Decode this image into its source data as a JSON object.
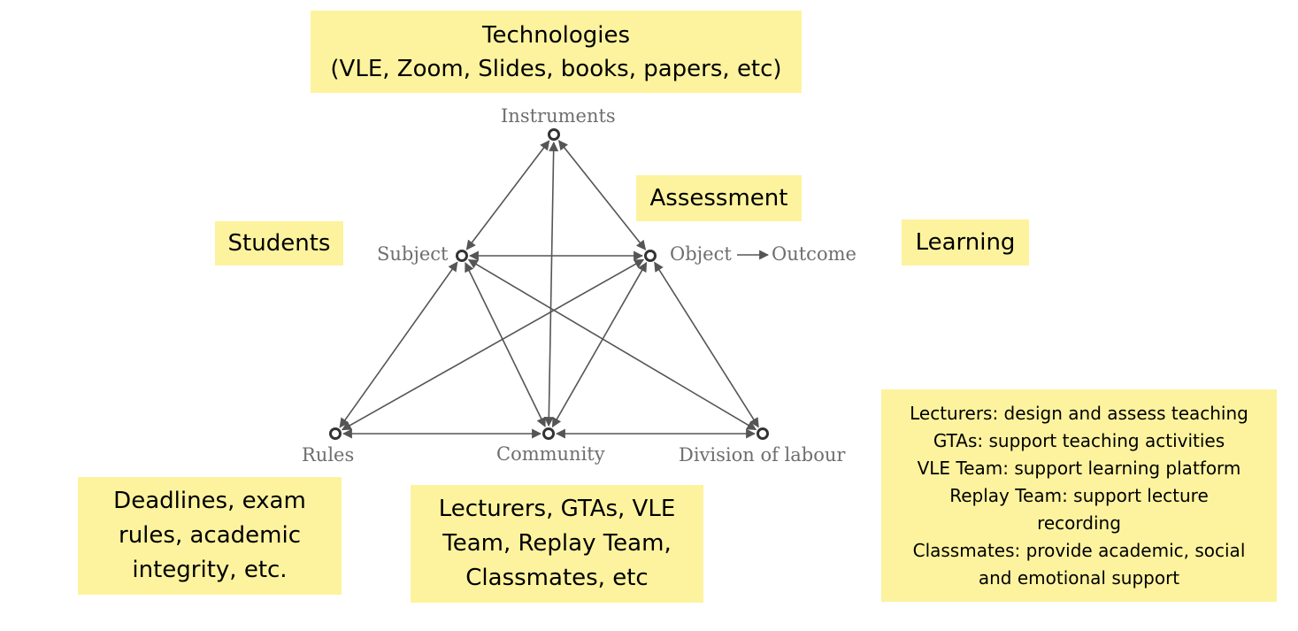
{
  "nodes": {
    "instruments": "Instruments",
    "subject": "Subject",
    "object": "Object",
    "outcome": "Outcome",
    "rules": "Rules",
    "community": "Community",
    "division": "Division of labour"
  },
  "notes": {
    "instruments": [
      "Technologies",
      "(VLE, Zoom, Slides, books, papers, etc)"
    ],
    "object": [
      "Assessment"
    ],
    "subject": [
      "Students"
    ],
    "outcome": [
      "Learning"
    ],
    "rules": [
      "Deadlines, exam",
      "rules, academic",
      "integrity, etc."
    ],
    "community": [
      "Lecturers, GTAs, VLE",
      "Team, Replay Team,",
      "Classmates, etc"
    ],
    "division": [
      "Lecturers: design and assess teaching",
      "GTAs: support teaching activities",
      "VLE Team: support learning platform",
      "Replay Team: support lecture",
      "recording",
      "Classmates: provide academic, social",
      "and emotional support"
    ]
  },
  "colors": {
    "note_bg": "#fdf39e",
    "line": "#555555",
    "label": "#6e6e6e"
  }
}
